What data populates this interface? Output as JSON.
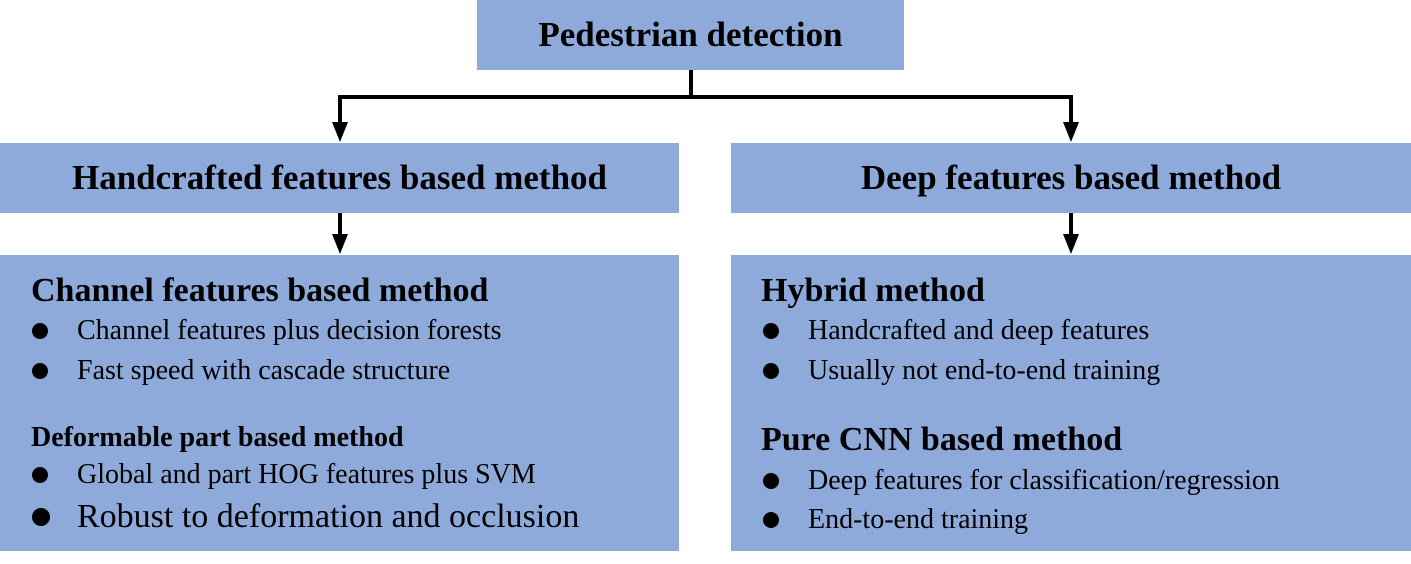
{
  "root": {
    "label": "Pedestrian detection"
  },
  "branches": [
    {
      "label": "Handcrafted features based method",
      "groups": [
        {
          "title": "Channel features based method",
          "bullets": [
            "Channel features plus decision forests",
            "Fast speed with cascade structure"
          ]
        },
        {
          "title": "Deformable part based method",
          "bullets": [
            "Global and part HOG features plus SVM",
            "Robust to deformation and occlusion"
          ]
        }
      ]
    },
    {
      "label": "Deep features based method",
      "groups": [
        {
          "title": "Hybrid method",
          "bullets": [
            "Handcrafted and deep features",
            "Usually not end-to-end training"
          ]
        },
        {
          "title": "Pure CNN based method",
          "bullets": [
            "Deep features for classification/regression",
            "End-to-end training"
          ]
        }
      ]
    }
  ],
  "colors": {
    "box_fill": "#8eaadb",
    "text": "#000000",
    "connector": "#000000"
  }
}
